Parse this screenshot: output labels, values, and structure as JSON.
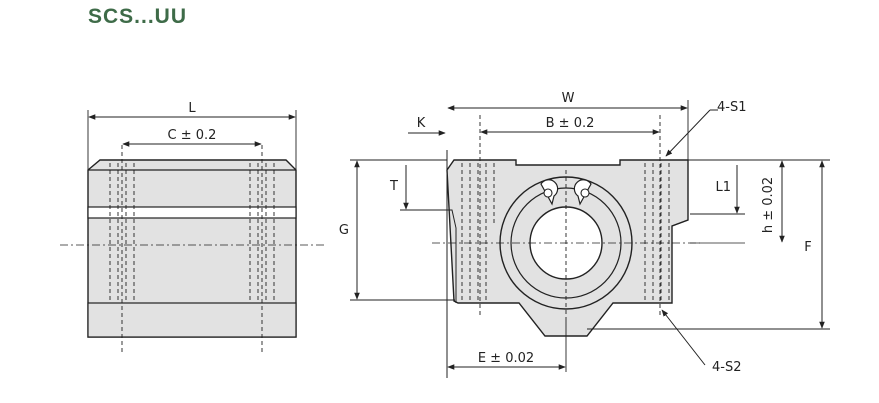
{
  "title": "SCS...UU",
  "colors": {
    "title": "#3e6b48",
    "line": "#222222",
    "fill": "#e2e2e2"
  },
  "labels": {
    "L": "L",
    "C": "C ± 0.2",
    "W": "W",
    "B": "B ± 0.2",
    "K": "K",
    "S1": "4-S1",
    "T": "T",
    "G": "G",
    "L1": "L1",
    "h": "h ± 0.02",
    "F": "F",
    "E": "E ± 0.02",
    "S2": "4-S2"
  }
}
